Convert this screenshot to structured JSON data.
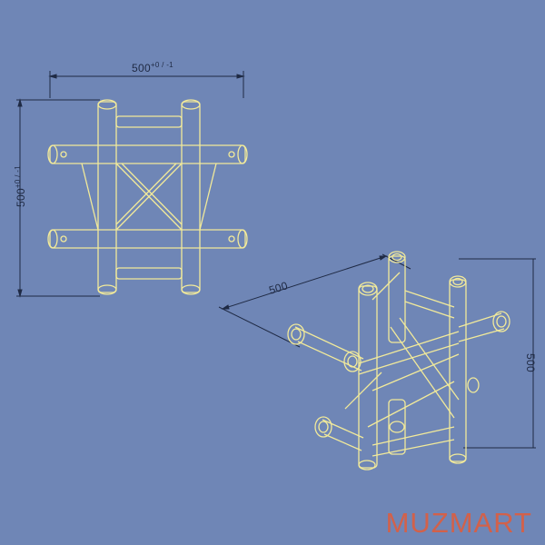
{
  "drawing": {
    "background": "#6f86b6",
    "line_color": "#f2ea9a",
    "dim_line_color": "#1f2a44",
    "top_view": {
      "width_label": "500",
      "width_tolerance": "+0 / -1",
      "height_label": "500",
      "height_tolerance": "+0 / -1"
    },
    "iso_view": {
      "length_label": "500",
      "height_label": "500"
    }
  },
  "brand": {
    "name": "MUZMART",
    "color": "#d2614a"
  }
}
